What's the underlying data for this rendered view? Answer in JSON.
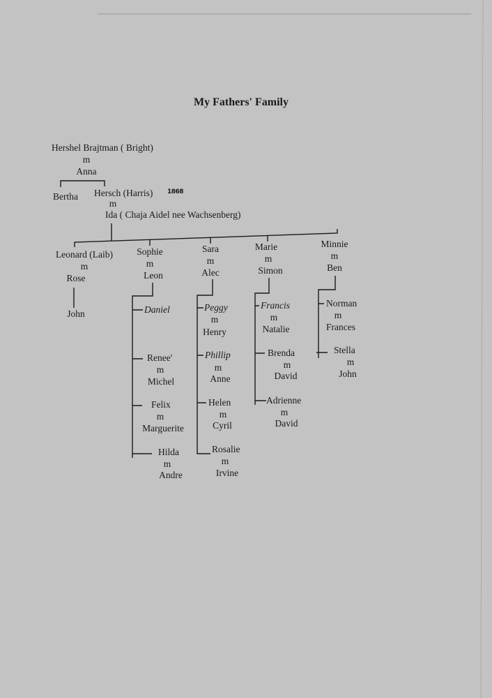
{
  "title": "My Fathers' Family",
  "grandparents": {
    "husband": "Hershel Brajtman ( Bright)",
    "m": "m",
    "wife": "Anna"
  },
  "parents_generation": {
    "sibling": "Bertha",
    "father": "Hersch (Harris)",
    "father_note": "1868",
    "m": "m",
    "mother": "Ida ( Chaja Aidel nee Wachsenberg)"
  },
  "children": [
    {
      "name": "Leonard (Laib)",
      "m": "m",
      "spouse": "Rose",
      "kids": [
        {
          "name": "John"
        }
      ]
    },
    {
      "name": "Sophie",
      "m": "m",
      "spouse": "Leon",
      "kids": [
        {
          "name": "Daniel",
          "italic": true
        },
        {
          "name": "Renee'",
          "m": "m",
          "spouse": "Michel"
        },
        {
          "name": "Felix",
          "m": "m",
          "spouse": "Marguerite"
        },
        {
          "name": "Hilda",
          "m": "m",
          "spouse": "Andre"
        }
      ]
    },
    {
      "name": "Sara",
      "m": "m",
      "spouse": "Alec",
      "kids": [
        {
          "name": "Peggy",
          "italic": true,
          "m": "m",
          "spouse": "Henry"
        },
        {
          "name": "Phillip",
          "italic": true,
          "m": "m",
          "spouse": "Anne"
        },
        {
          "name": "Helen",
          "m": "m",
          "spouse": "Cyril"
        },
        {
          "name": "Rosalie",
          "m": "m",
          "spouse": "Irvine"
        }
      ]
    },
    {
      "name": "Marie",
      "m": "m",
      "spouse": "Simon",
      "kids": [
        {
          "name": "Francis",
          "italic": true,
          "m": "m",
          "spouse": "Natalie"
        },
        {
          "name": "Brenda",
          "m": "m",
          "spouse": "David"
        },
        {
          "name": "Adrienne",
          "m": "m",
          "spouse": "David"
        }
      ]
    },
    {
      "name": "Minnie",
      "m": "m",
      "spouse": "Ben",
      "kids": [
        {
          "name": "Norman",
          "m": "m",
          "spouse": "Frances"
        },
        {
          "name": "Stella",
          "m": "m",
          "spouse": "John"
        }
      ]
    }
  ]
}
